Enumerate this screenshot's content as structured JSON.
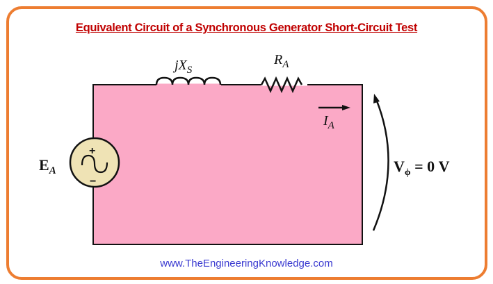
{
  "title": "Equivalent Circuit of a Synchronous Generator Short-Circuit Test",
  "website": "www.TheEngineeringKnowledge.com",
  "colors": {
    "border": "#ed7d31",
    "title": "#c00000",
    "fill": "#fba9c6",
    "source": "#efe3b5",
    "url": "#3a3ad0"
  },
  "circuit": {
    "inductor_label": {
      "main": "jX",
      "sub": "S"
    },
    "resistor_label": {
      "main": "R",
      "sub": "A"
    },
    "current_label": {
      "main": "I",
      "sub": "A"
    },
    "source_label": {
      "main": "E",
      "sub": "A"
    },
    "source_plus": "+",
    "source_minus": "−",
    "voltage_label": {
      "main": "V",
      "sub": "ϕ",
      "rest": " = 0 V"
    }
  }
}
